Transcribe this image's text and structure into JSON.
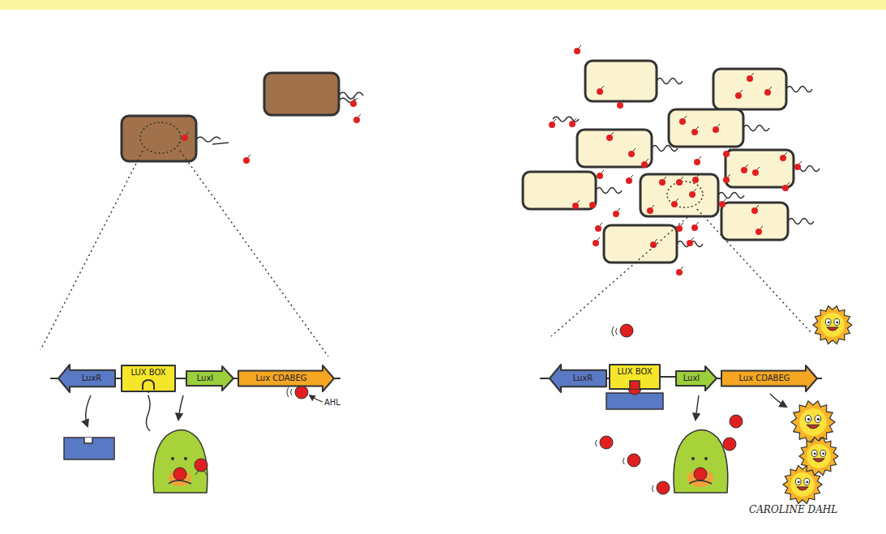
{
  "diagram": {
    "nodes": [
      {
        "text": [
          "LuxR"
        ]
      },
      {
        "text": [
          "LUX BOX"
        ]
      },
      {
        "text": [
          "LuxI"
        ]
      },
      {
        "text": [
          "Lux CDABEG"
        ]
      },
      {
        "text": [
          "LuxR"
        ]
      },
      {
        "text": [
          "LUX BOX"
        ]
      },
      {
        "text": [
          "LuxI"
        ]
      },
      {
        "text": [
          "Lux CDABEG"
        ]
      }
    ],
    "edges": [
      {
        "from": 0,
        "to": 1,
        "arrow": "none"
      },
      {
        "from": 1,
        "to": 2,
        "arrow": "none"
      },
      {
        "from": 2,
        "to": 3,
        "arrow": "none"
      },
      {
        "from": 4,
        "to": 5,
        "arrow": "none"
      },
      {
        "from": 5,
        "to": 6,
        "arrow": "none"
      },
      {
        "from": 6,
        "to": 7,
        "arrow": "none"
      }
    ],
    "labels": [
      "AHL",
      "CAROLINE DAHL"
    ]
  }
}
